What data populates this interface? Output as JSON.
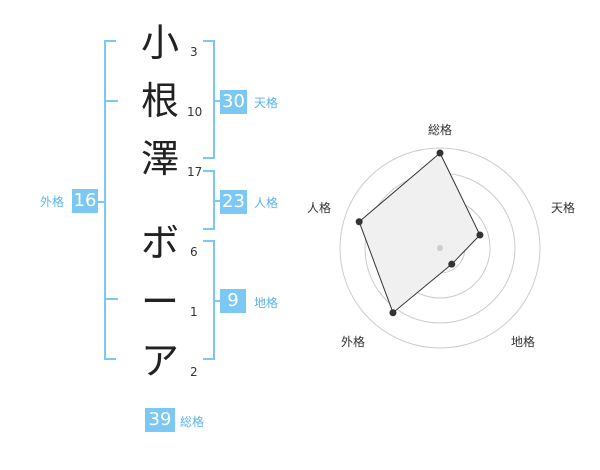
{
  "name": {
    "chars": [
      {
        "char": "小",
        "strokes": "3"
      },
      {
        "char": "根",
        "strokes": "10"
      },
      {
        "char": "澤",
        "strokes": "17"
      },
      {
        "char": "ボ",
        "strokes": "6"
      },
      {
        "char": "ー",
        "strokes": "1"
      },
      {
        "char": "ア",
        "strokes": "2"
      }
    ]
  },
  "fortune": {
    "tenkaku": {
      "label": "天格",
      "value": "30"
    },
    "jinkaku": {
      "label": "人格",
      "value": "23"
    },
    "chikaku": {
      "label": "地格",
      "value": "9"
    },
    "gaikaku": {
      "label": "外格",
      "value": "16"
    },
    "soukaku": {
      "label": "総格",
      "value": "39"
    }
  },
  "colors": {
    "accent": "#7cc8f5",
    "accent_text": "#5ab4ee",
    "text": "#222222"
  },
  "chart_data": {
    "type": "radar",
    "axes": [
      "総格",
      "天格",
      "地格",
      "外格",
      "人格"
    ],
    "values": [
      0.95,
      0.42,
      0.2,
      0.8,
      0.85
    ],
    "rings": 4,
    "range": [
      0,
      1
    ]
  }
}
